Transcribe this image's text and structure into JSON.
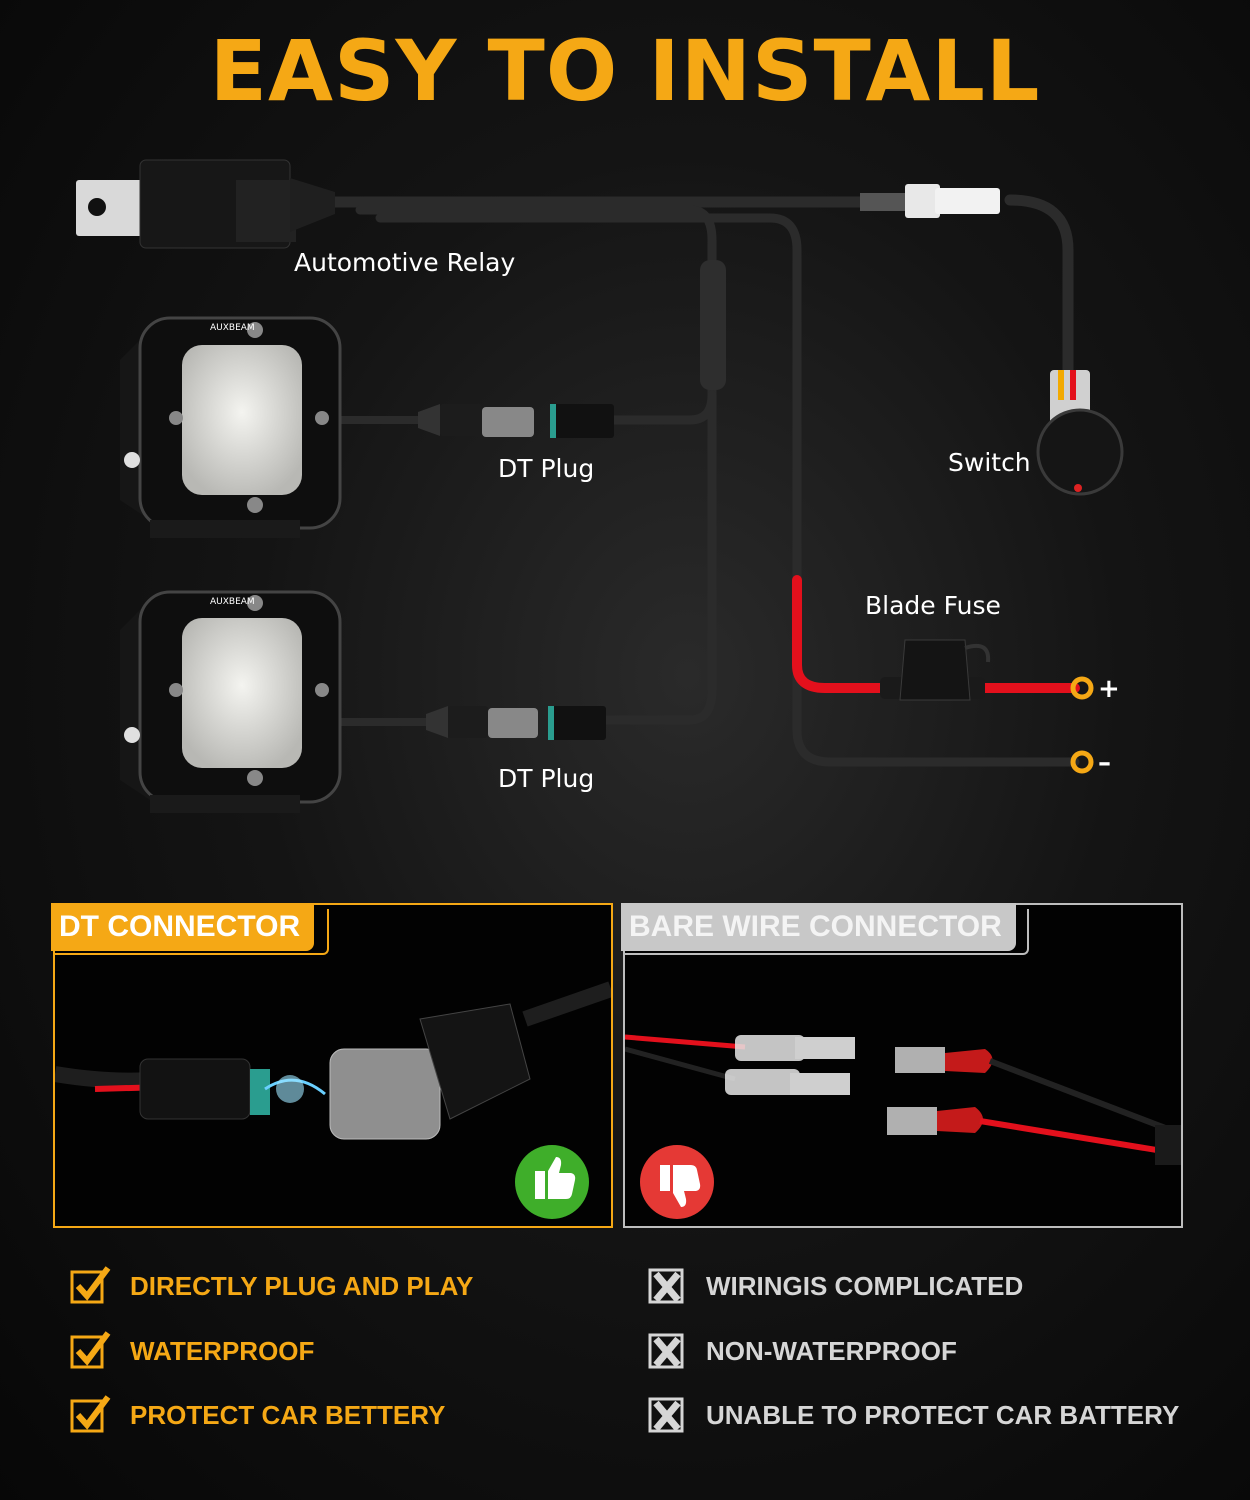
{
  "title": "EASY TO INSTALL",
  "diagram": {
    "relay_label": "Automotive Relay",
    "plug_label_top": "DT Plug",
    "plug_label_bottom": "DT Plug",
    "switch_label": "Switch",
    "fuse_label": "Blade Fuse",
    "positive": "+",
    "negative": "–",
    "brand": "AUXBEAM"
  },
  "panels": {
    "good": {
      "title": "DT CONNECTOR",
      "icon": "thumbs-up-icon"
    },
    "bad": {
      "title": "BARE WIRE CONNECTOR",
      "icon": "thumbs-down-icon"
    }
  },
  "features": {
    "good": [
      "DIRECTLY PLUG AND PLAY",
      "WATERPROOF",
      "PROTECT CAR BETTERY"
    ],
    "bad": [
      "WIRINGIS COMPLICATED",
      "NON-WATERPROOF",
      "UNABLE TO PROTECT CAR BATTERY"
    ]
  },
  "colors": {
    "accent": "#f5a815",
    "good": "#3fae2a",
    "bad": "#e53935",
    "wire_red": "#e3101c"
  }
}
